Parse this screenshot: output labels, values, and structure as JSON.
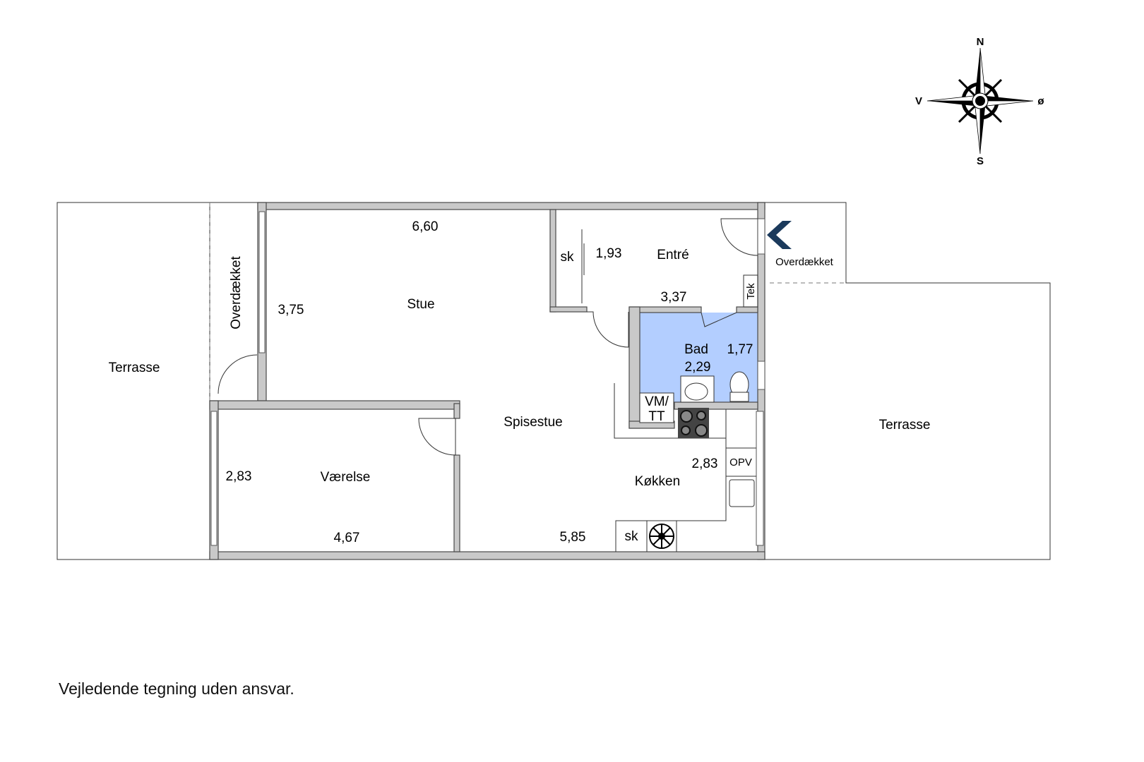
{
  "compass": {
    "north": "N",
    "south": "S",
    "west": "V",
    "east": "ø"
  },
  "rooms": {
    "terrace_left": "Terrasse",
    "terrace_right": "Terrasse",
    "covered_left": "Overdækket",
    "covered_right": "Overdækket",
    "living": "Stue",
    "dining": "Spisestue",
    "bedroom": "Værelse",
    "entrance": "Entré",
    "bath": "Bad",
    "kitchen": "Køkken"
  },
  "dimensions": {
    "living_width": "6,60",
    "living_depth": "3,75",
    "entrance_depth": "1,93",
    "entrance_width": "3,37",
    "bath_depth": "1,77",
    "bath_width": "2,29",
    "kitchen_depth": "2,83",
    "bedroom_depth": "2,83",
    "bedroom_width": "4,67",
    "dining_width": "5,85"
  },
  "fixtures": {
    "closet_entrance": "sk",
    "closet_kitchen": "sk",
    "tech": "Tek",
    "washer_dryer_line1": "VM/",
    "washer_dryer_line2": "TT",
    "dishwasher": "OPV"
  },
  "colors": {
    "bath": "#b3ceff",
    "entrance_arrow": "#1b3a5c",
    "wall": "#c9c9c9"
  },
  "disclaimer": "Vejledende tegning uden ansvar."
}
